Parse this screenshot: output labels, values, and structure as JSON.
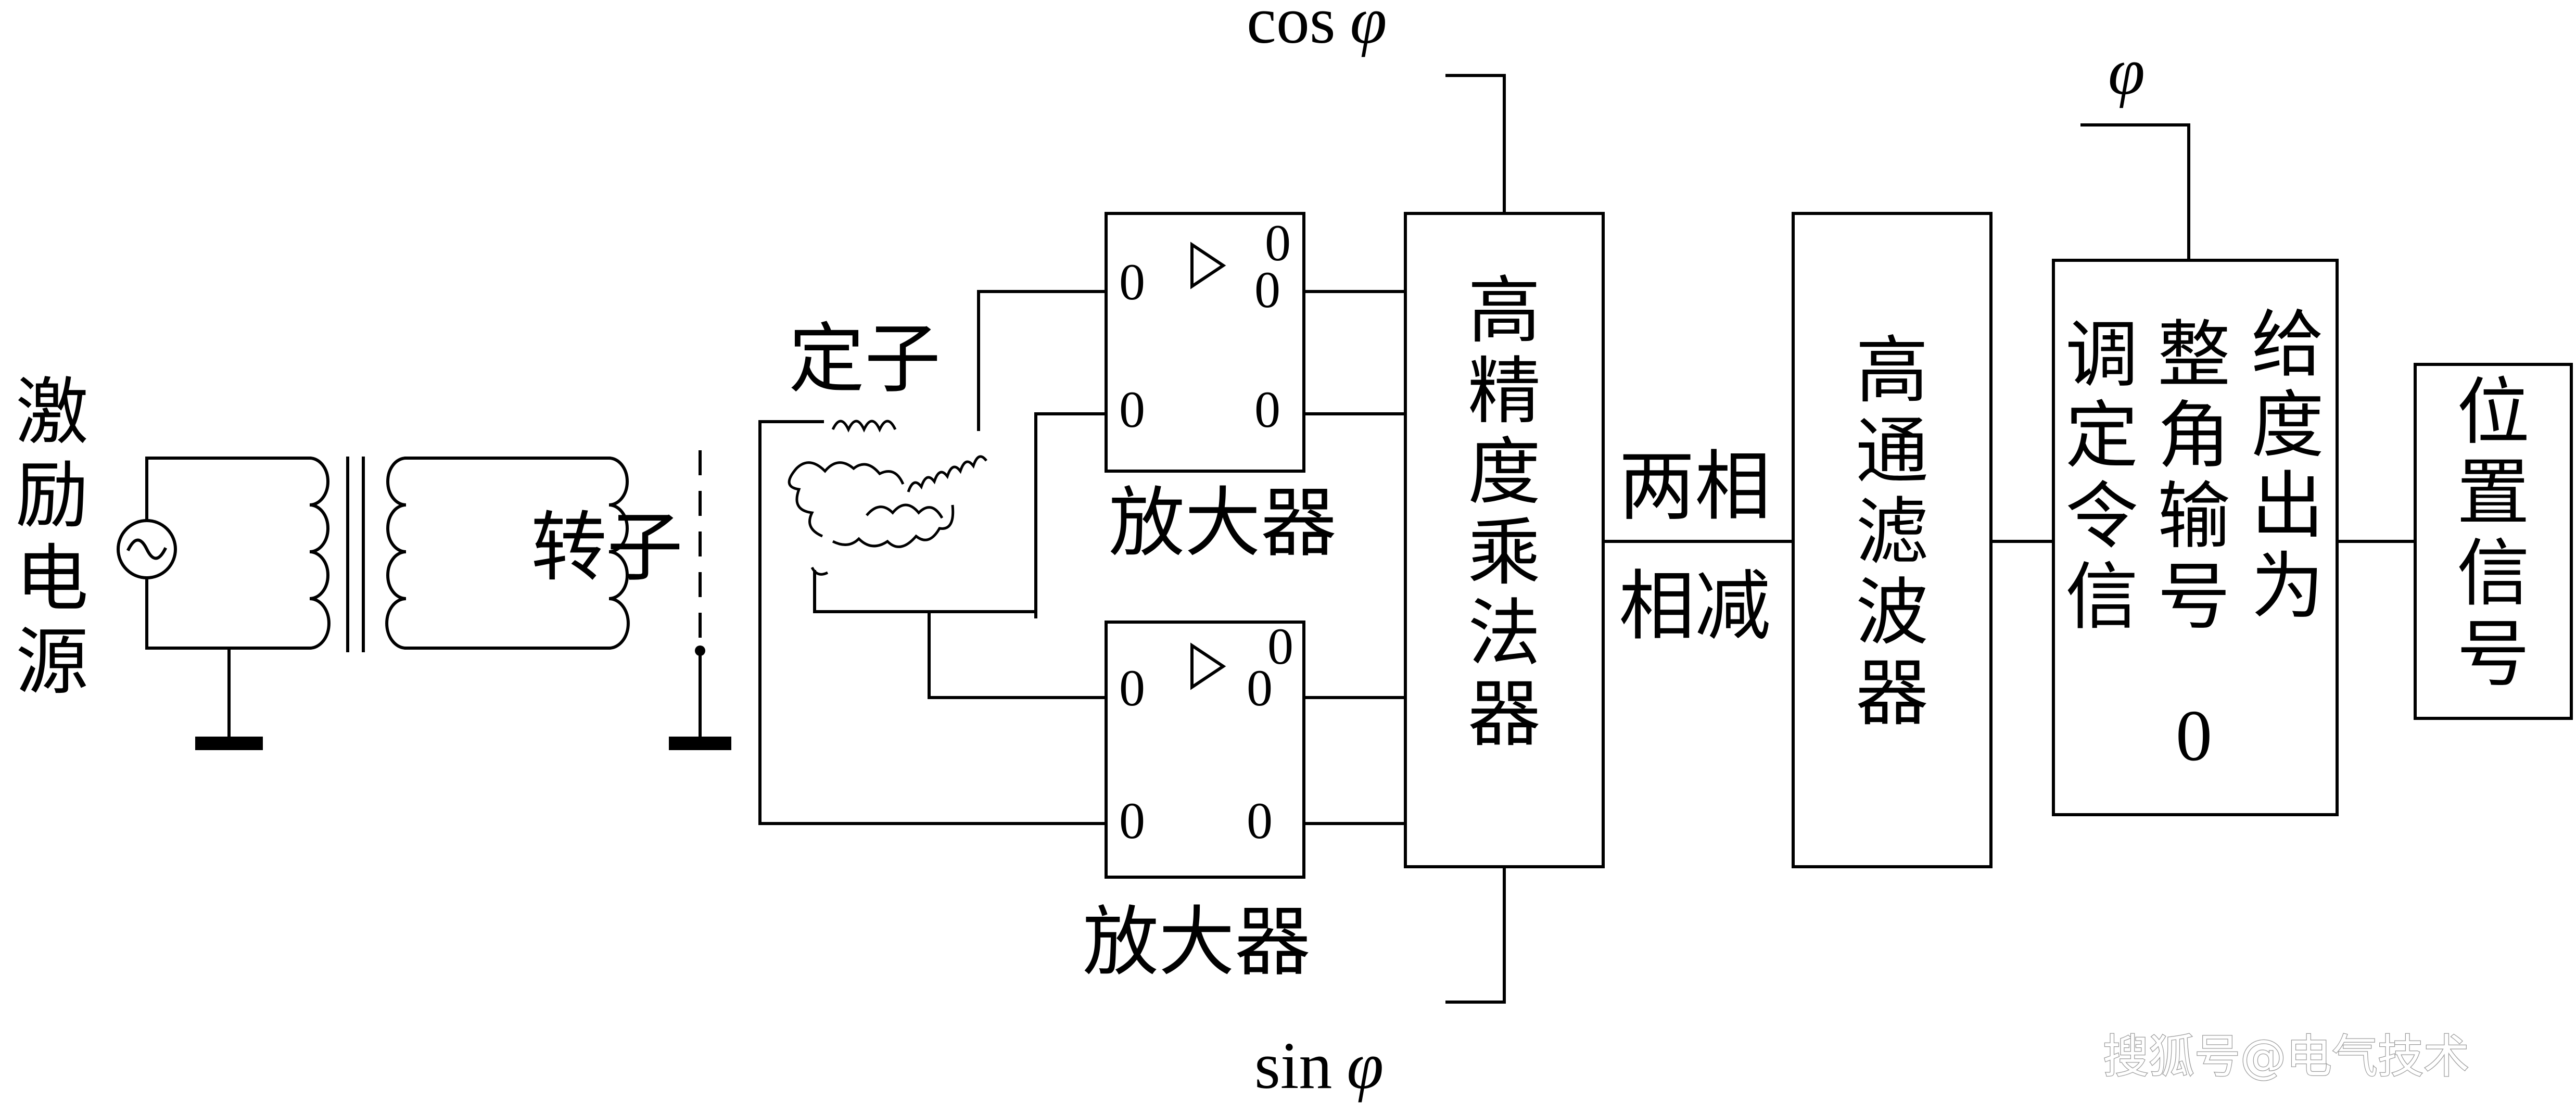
{
  "excitation_source": {
    "label_chars": [
      "激",
      "励",
      "电",
      "源"
    ]
  },
  "rotor": {
    "label": "转子"
  },
  "stator": {
    "label": "定子"
  },
  "amp_top": {
    "label": "放大器",
    "terminals": [
      "0",
      "0",
      "0",
      "0",
      "0"
    ]
  },
  "amp_bottom": {
    "label": "放大器",
    "terminals": [
      "0",
      "0",
      "0",
      "0",
      "0"
    ]
  },
  "multiplier": {
    "label_chars": [
      "高",
      "精",
      "度",
      "乘",
      "法",
      "器"
    ]
  },
  "cos_input": {
    "prefix": "cos",
    "symbol": "φ"
  },
  "sin_input": {
    "prefix": "sin",
    "symbol": "φ"
  },
  "subtract": {
    "line1": "两相",
    "line2": "相减"
  },
  "highpass": {
    "label_chars": [
      "高",
      "通",
      "滤",
      "波",
      "器"
    ]
  },
  "controller": {
    "col1_chars": [
      "调",
      "定",
      "令",
      "信"
    ],
    "col2_chars": [
      "整",
      "角",
      "输",
      "号"
    ],
    "col3_chars": [
      "给",
      "度",
      "出",
      "为"
    ],
    "zero": "0"
  },
  "phi_input": {
    "symbol": "φ"
  },
  "position_signal": {
    "label_chars": [
      "位",
      "置",
      "信",
      "号"
    ]
  },
  "watermark": {
    "text": "搜狐号@电气技术"
  }
}
